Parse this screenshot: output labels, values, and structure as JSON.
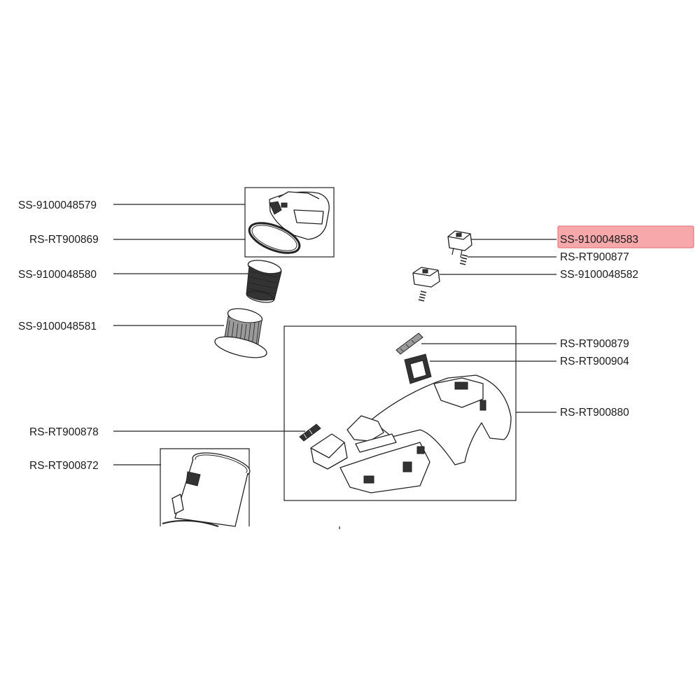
{
  "highlight_color": "#f7a8ab",
  "parts": {
    "top_filter_cover": "SS-9100048579",
    "cover_seal": "RS-RT900869",
    "mesh_filter": "SS-9100048580",
    "pleated_filter": "SS-9100048581",
    "upper_latch": "SS-9100048583",
    "spring": "RS-RT900877",
    "lower_latch": "SS-9100048582",
    "strip_part": "RS-RT900879",
    "frame_part": "RS-RT900904",
    "housing_assembly": "RS-RT900880",
    "clip_part": "RS-RT900878",
    "dust_container": "RS-RT900872"
  }
}
